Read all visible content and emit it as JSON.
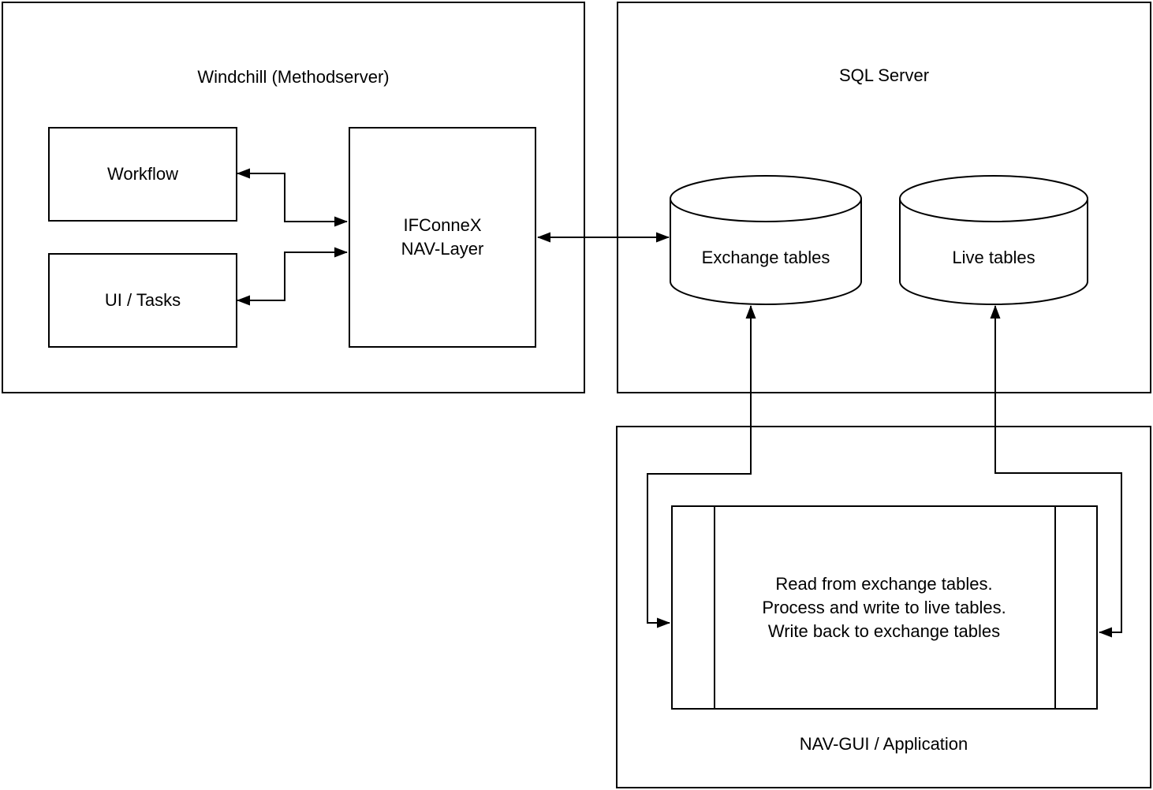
{
  "colors": {
    "stroke": "#000000",
    "background": "#ffffff"
  },
  "windchill": {
    "title": "Windchill (Methodserver)",
    "workflow_label": "Workflow",
    "ui_tasks_label": "UI / Tasks",
    "ifconnex_line1": "IFConneX",
    "ifconnex_line2": "NAV-Layer"
  },
  "sql_server": {
    "title": "SQL Server",
    "exchange_label": "Exchange tables",
    "live_label": "Live tables"
  },
  "nav_gui": {
    "title": "NAV-GUI / Application",
    "process_line1": "Read from exchange tables.",
    "process_line2": "Process and write to live tables.",
    "process_line3": "Write back to exchange tables"
  }
}
